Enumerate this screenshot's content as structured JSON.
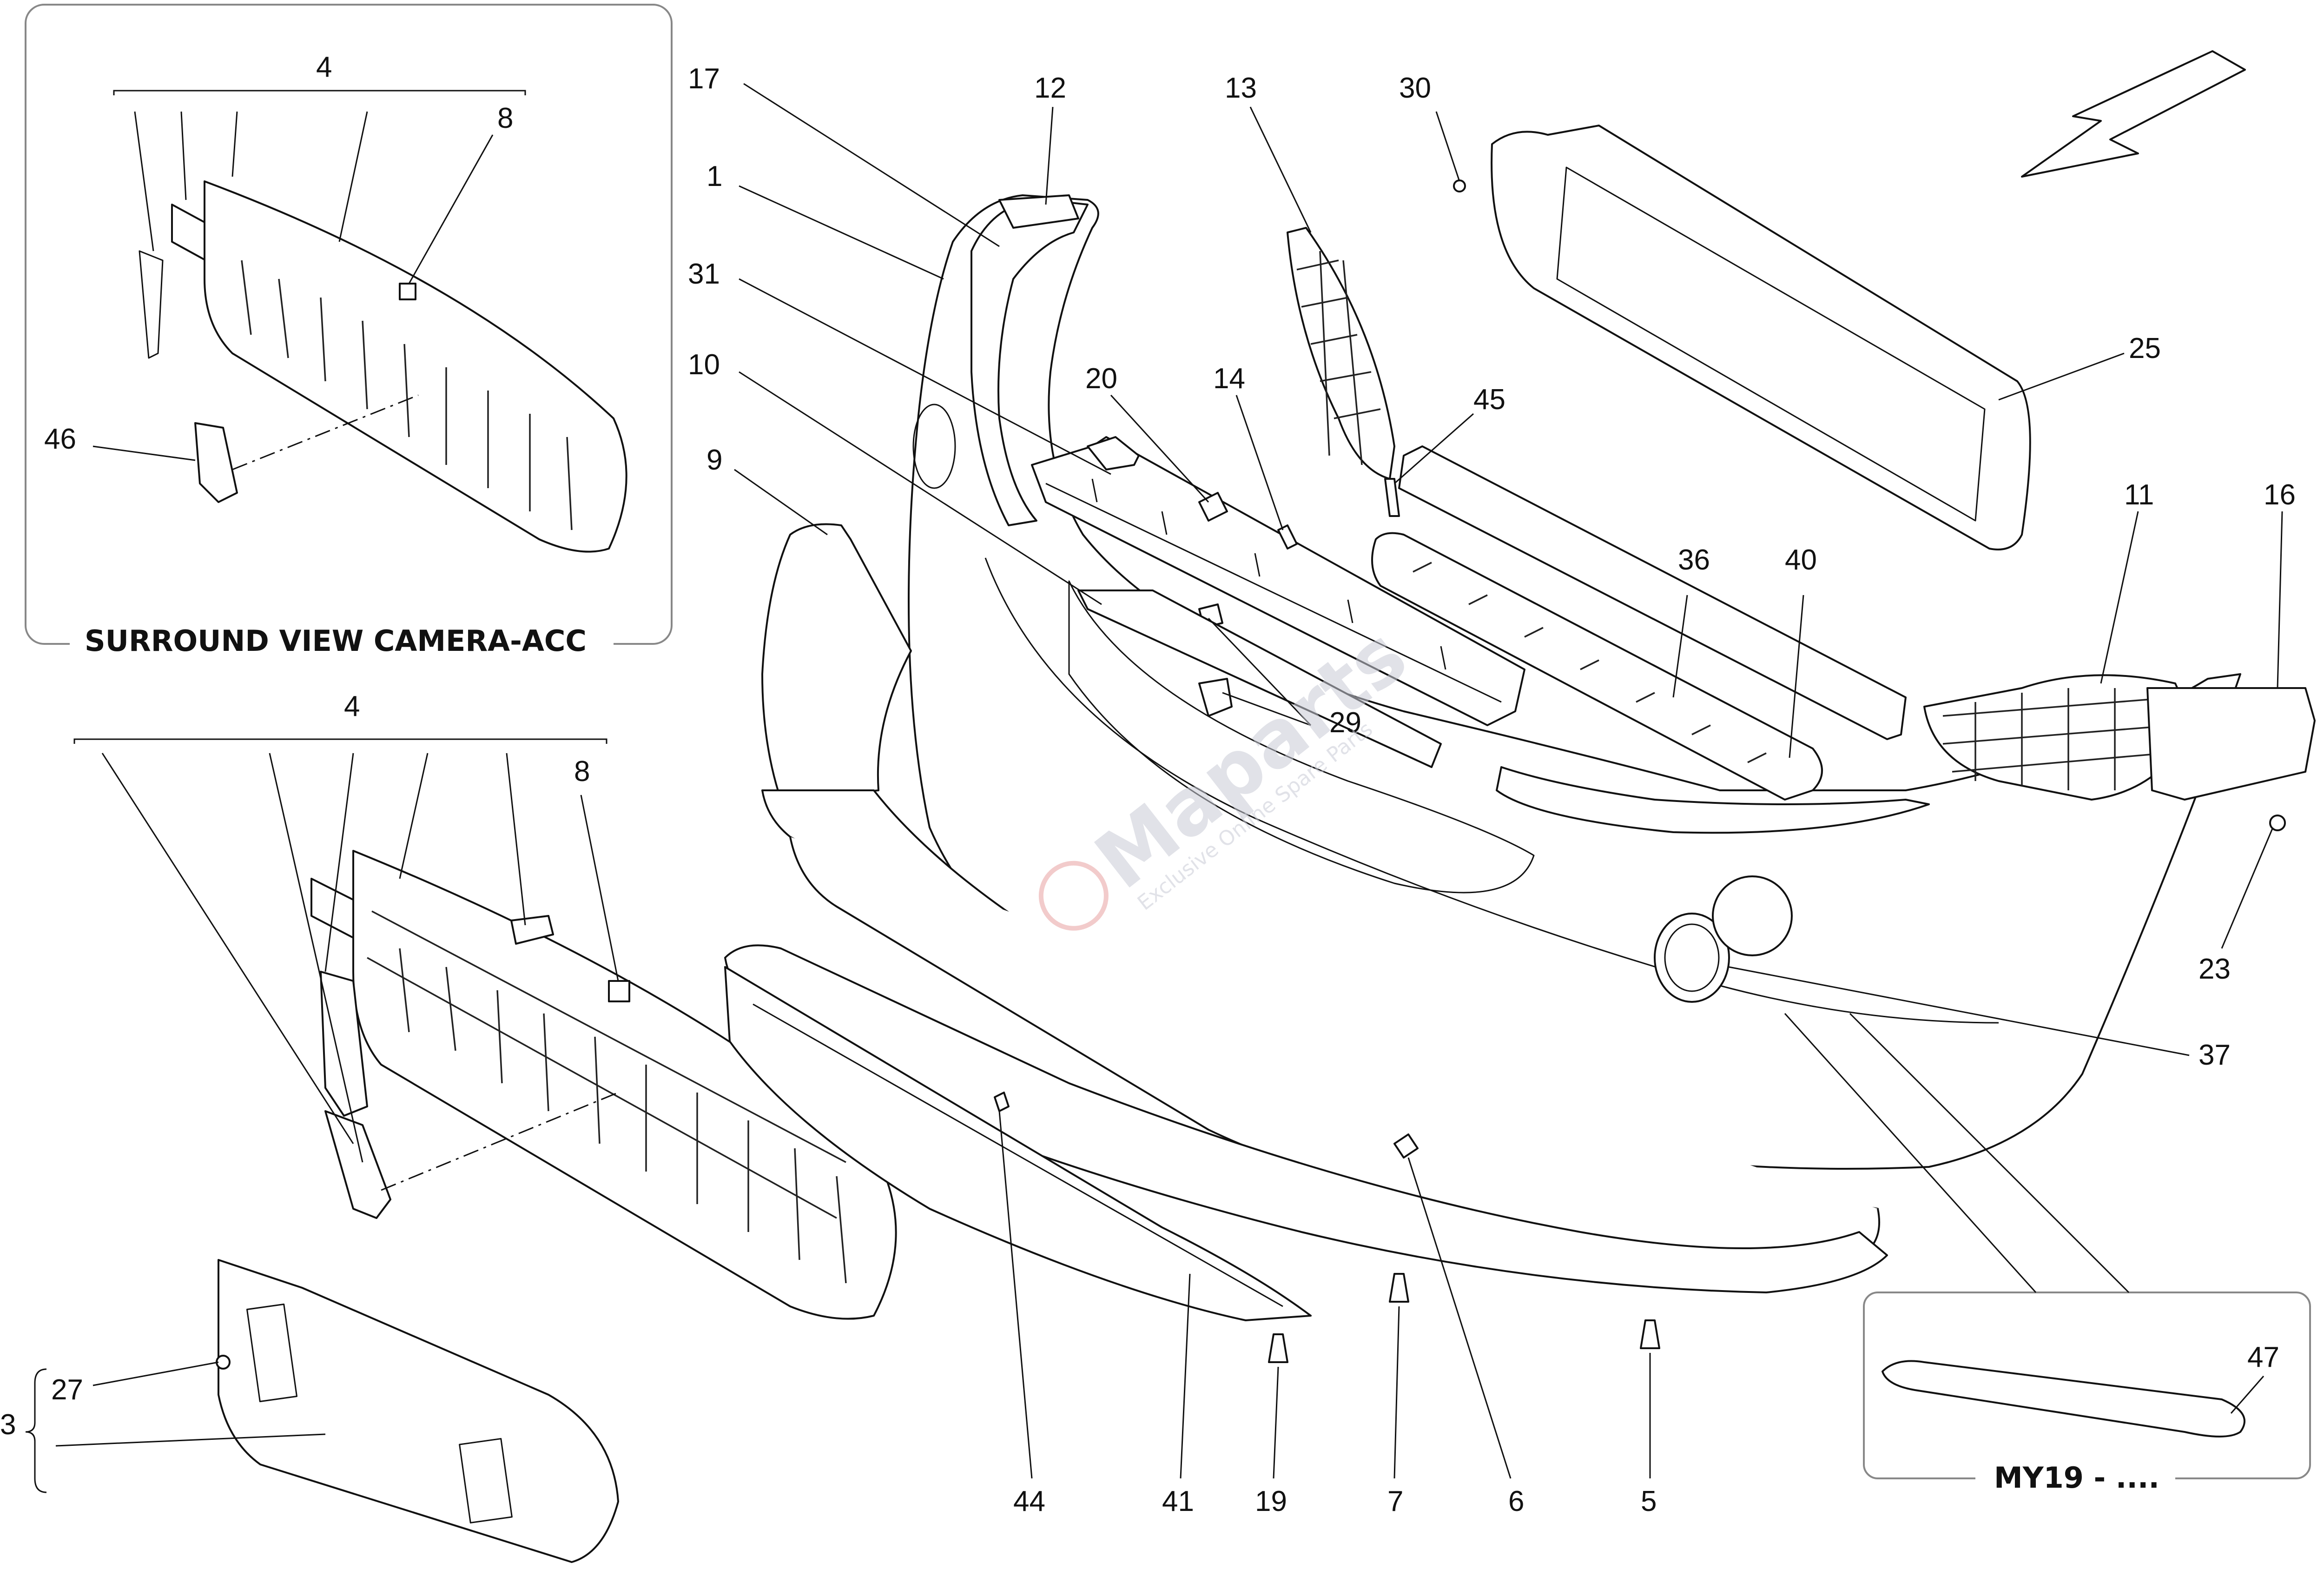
{
  "inset_top": {
    "title": "SURROUND VIEW CAMERA-ACC"
  },
  "inset_bottom": {
    "title": "MY19 - ...."
  },
  "watermark": {
    "text": "Maparts",
    "subtext": "Exclusive Online Spare Parts"
  },
  "callouts": {
    "c1": "1",
    "c3": "3",
    "c4a": "4",
    "c4b": "4",
    "c5": "5",
    "c6": "6",
    "c7": "7",
    "c8a": "8",
    "c8b": "8",
    "c9": "9",
    "c10": "10",
    "c11": "11",
    "c12": "12",
    "c13": "13",
    "c14": "14",
    "c16": "16",
    "c17": "17",
    "c19": "19",
    "c20": "20",
    "c23": "23",
    "c25": "25",
    "c27": "27",
    "c29": "29",
    "c30": "30",
    "c31": "31",
    "c36": "36",
    "c37": "37",
    "c40": "40",
    "c41": "41",
    "c44": "44",
    "c45": "45",
    "c46": "46",
    "c47": "47"
  },
  "colors": {
    "line": "#111111",
    "inset_border": "#888888",
    "watermark": "#c9ccd6",
    "watermark_accent": "#e8a0a0"
  }
}
